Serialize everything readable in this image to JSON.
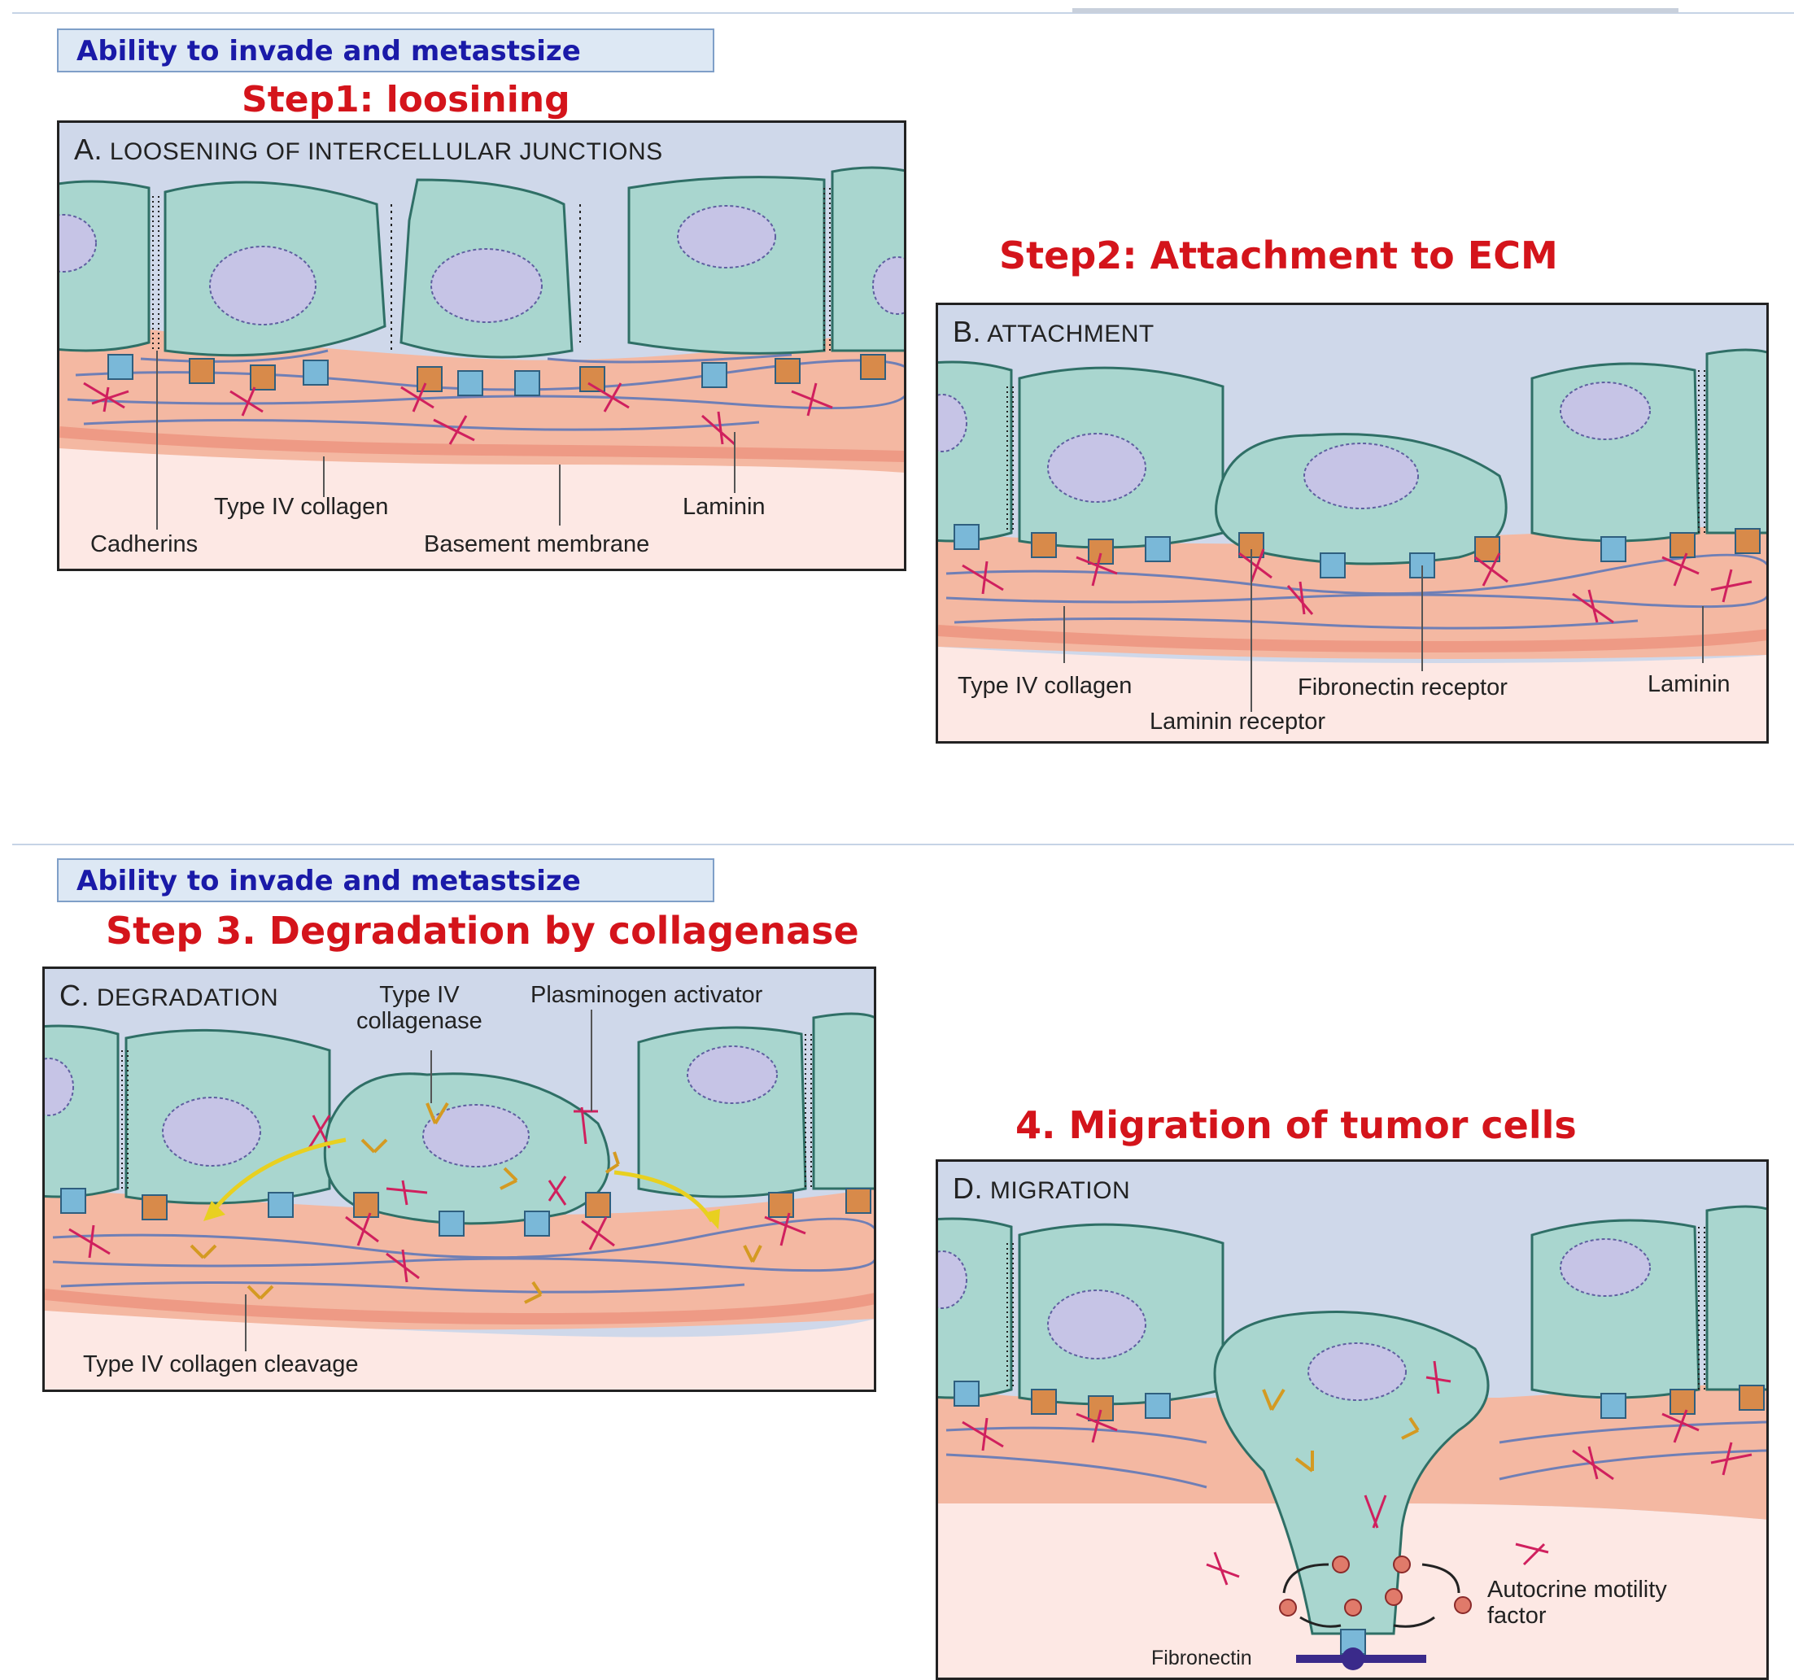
{
  "slide1": {
    "header": "Ability to invade and metastsize",
    "step1_title": "Step1:  loosining",
    "step2_title": "Step2:  Attachment to ECM",
    "panel_a": {
      "letter": "A.",
      "title": "LOOSENING OF INTERCELLULAR JUNCTIONS",
      "labels": {
        "type_iv_collagen": "Type IV collagen",
        "laminin": "Laminin",
        "cadherins": "Cadherins",
        "basement_membrane": "Basement membrane"
      }
    },
    "panel_b": {
      "letter": "B.",
      "title": "ATTACHMENT",
      "labels": {
        "type_iv_collagen": "Type IV collagen",
        "fibronectin_receptor": "Fibronectin receptor",
        "laminin": "Laminin",
        "laminin_receptor": "Laminin receptor"
      }
    }
  },
  "slide2": {
    "header": "Ability to invade and metastsize",
    "step3_title": "Step 3. Degradation by collagenase",
    "step4_title": "4. Migration of tumor cells",
    "panel_c": {
      "letter": "C.",
      "title": "DEGRADATION",
      "labels": {
        "type_iv_collagenase": "Type IV\ncollagenase",
        "plasminogen_activator": "Plasminogen activator",
        "collagen_cleavage": "Type IV collagen cleavage"
      }
    },
    "panel_d": {
      "letter": "D.",
      "title": "MIGRATION",
      "labels": {
        "autocrine_motility_factor": "Autocrine motility\nfactor",
        "fibronectin": "Fibronectin"
      }
    }
  },
  "colors": {
    "title_red": "#d4141b",
    "header_blue": "#1a1aa8",
    "cell_fill": "#a9d6cf",
    "cell_stroke": "#2f6f66",
    "nucleus": "#c6c4e6",
    "ecm": "#f4b8a2",
    "sky": "#cfd8ea",
    "collagen": "#6f7fb6",
    "laminin": "#d0205e",
    "collagenase": "#d49a22"
  }
}
